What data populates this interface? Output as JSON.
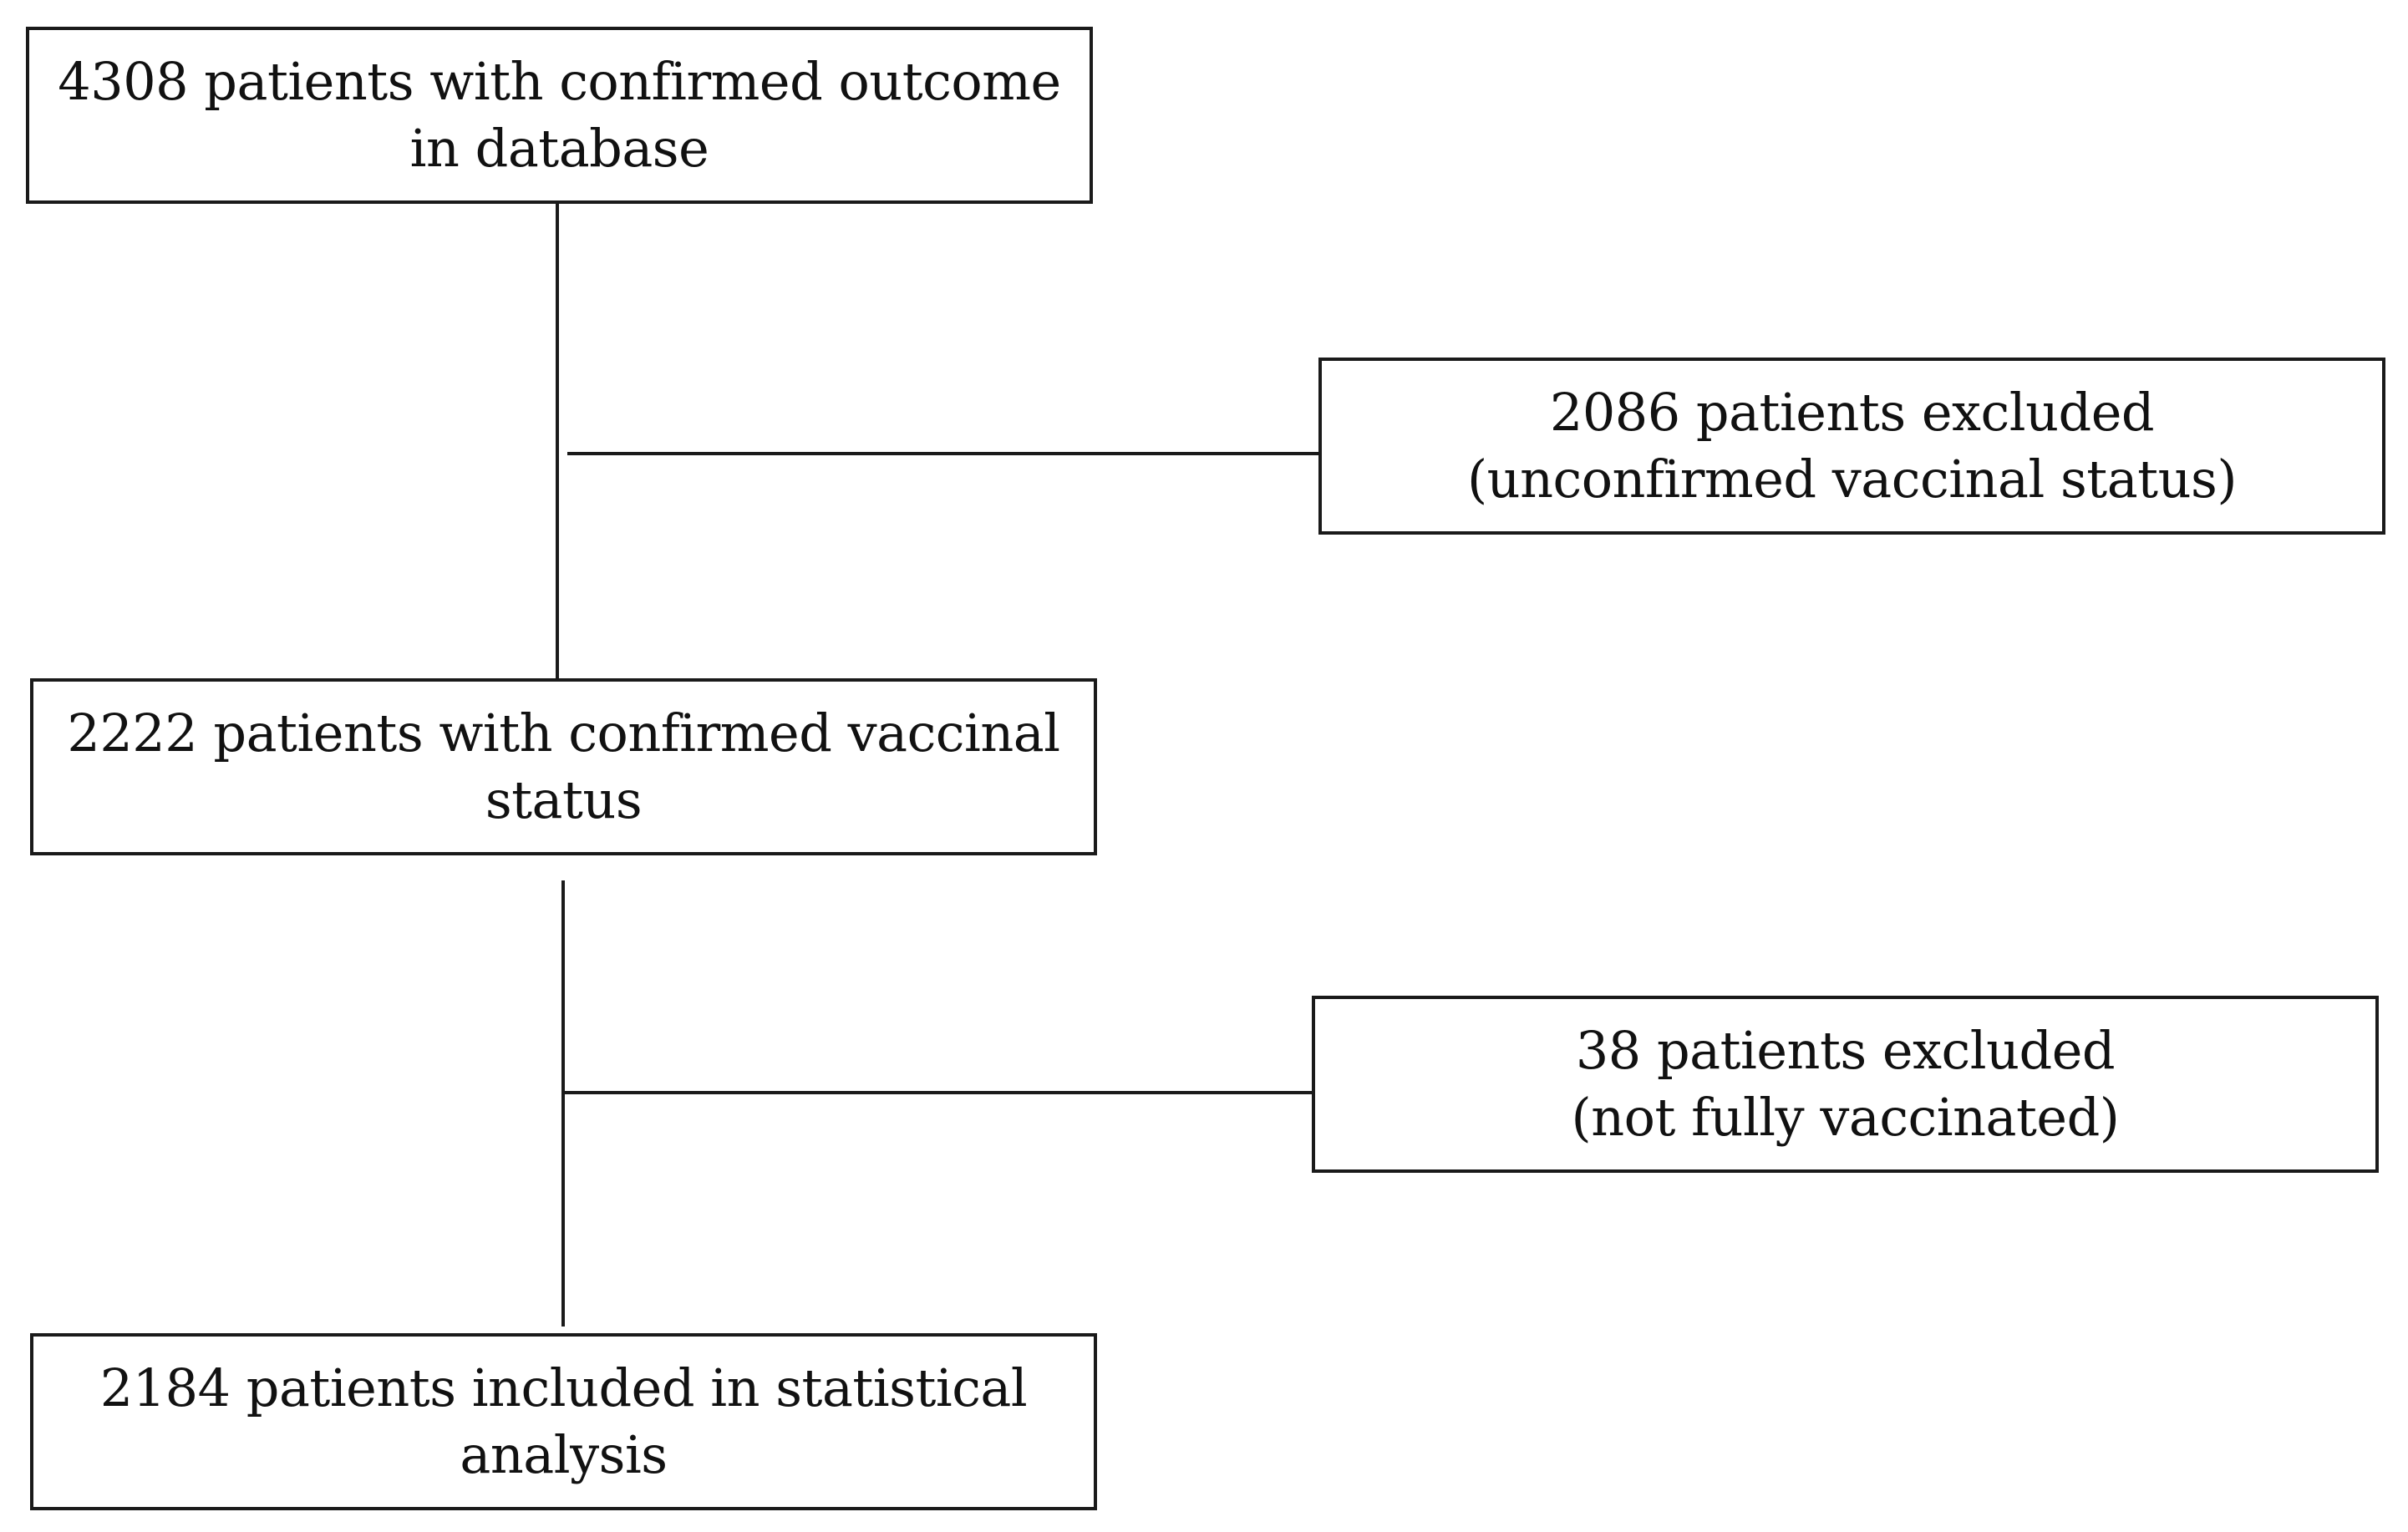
{
  "flowchart": {
    "boxes": [
      {
        "line1": "4308 patients with confirmed outcome",
        "line2": "in database"
      },
      {
        "line1": "2086 patients excluded",
        "line2": "(unconfirmed vaccinal status)"
      },
      {
        "line1": "2222 patients with confirmed vaccinal",
        "line2": "status"
      },
      {
        "line1": "38 patients excluded",
        "line2": "(not fully vaccinated)"
      },
      {
        "line1": "2184 patients included in statistical",
        "line2": "analysis"
      }
    ]
  }
}
